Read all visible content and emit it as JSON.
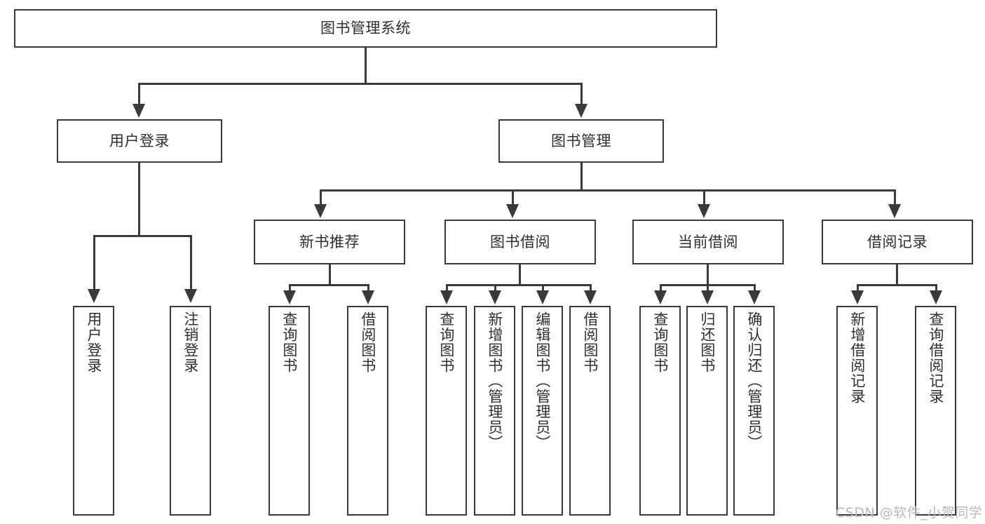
{
  "diagram": {
    "type": "tree-hierarchy-flowchart",
    "title": "图书管理系统",
    "watermark": "CSDN @软件_小贺同学",
    "colors": {
      "box_stroke": "#3a3a3a",
      "box_fill": "#ffffff",
      "text": "#2f2f2f",
      "connector": "#3a3a3a",
      "watermark": "#b9b9b9",
      "background": "#ffffff"
    },
    "levels": {
      "root": {
        "label": "图书管理系统"
      },
      "level2": [
        {
          "label": "用户登录"
        },
        {
          "label": "图书管理"
        }
      ],
      "level3": [
        {
          "label": "新书推荐"
        },
        {
          "label": "图书借阅"
        },
        {
          "label": "当前借阅"
        },
        {
          "label": "借阅记录"
        }
      ],
      "leaves": {
        "user_login": [
          {
            "label": "用户登录"
          },
          {
            "label": "注销登录"
          }
        ],
        "new_book_recommend": [
          {
            "label": "查询图书"
          },
          {
            "label": "借阅图书"
          }
        ],
        "book_borrow": [
          {
            "label": "查询图书"
          },
          {
            "label": "新增图书（管理员）"
          },
          {
            "label": "编辑图书（管理员）"
          },
          {
            "label": "借阅图书"
          }
        ],
        "current_borrow": [
          {
            "label": "查询图书"
          },
          {
            "label": "归还图书"
          },
          {
            "label": "确认归还（管理员）"
          }
        ],
        "borrow_record": [
          {
            "label": "新增借阅记录"
          },
          {
            "label": "查询借阅记录"
          }
        ]
      }
    }
  }
}
